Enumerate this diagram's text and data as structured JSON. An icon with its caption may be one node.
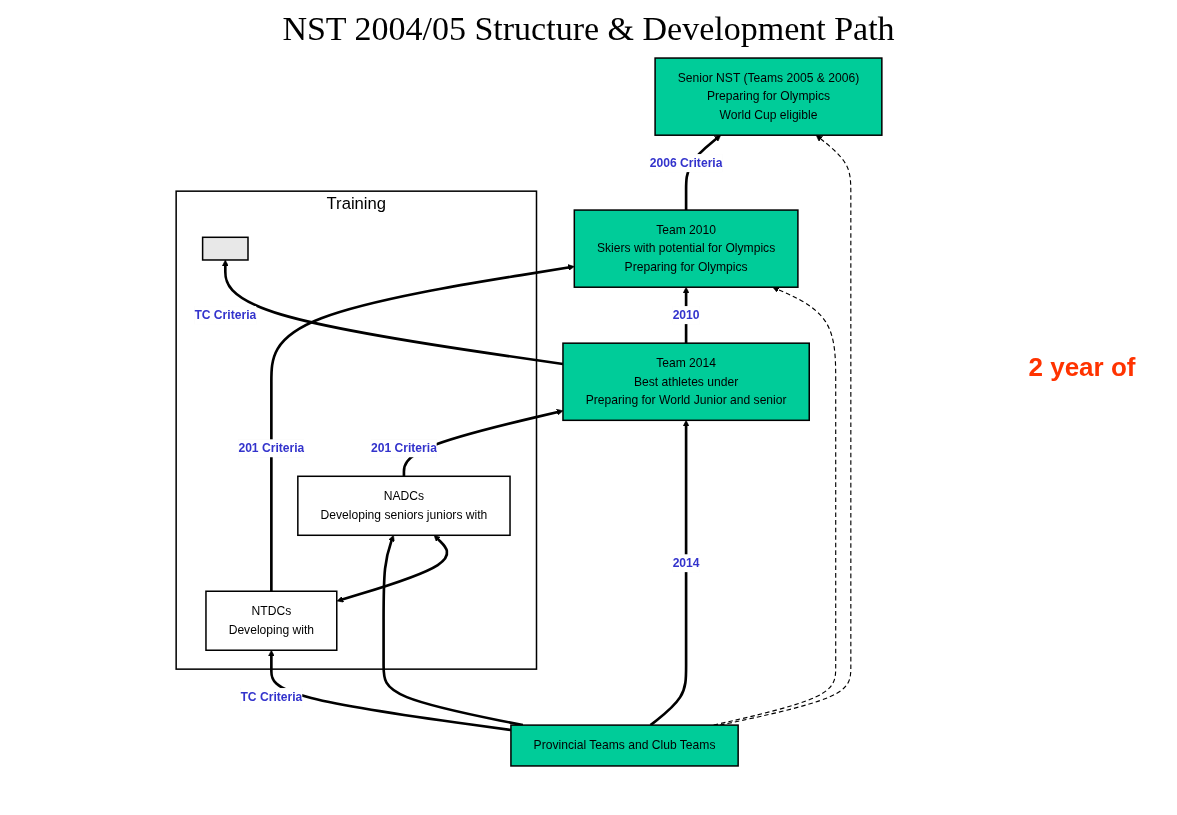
{
  "diagram": {
    "title": "NST 2004/05 Structure & Development Path",
    "nodes": [
      {
        "text": [
          "Senior NST (Teams 2005 & 2006)",
          "Preparing for Olympics",
          "World Cup eligible"
        ]
      },
      {
        "text": [
          "Team 2010",
          "Skiers with potential for Olympics",
          "Preparing for Olympics"
        ]
      },
      {
        "text": [
          "Team 2014",
          "Best athletes under",
          "Preparing for World Junior and senior"
        ]
      },
      {
        "text": [
          "Training"
        ]
      },
      {
        "text": [
          "NTDCs",
          "Developing with"
        ],
        "in": 3
      },
      {
        "text": [],
        "shape": "box",
        "in": 3
      },
      {
        "text": [
          "NADCs",
          "Developing seniors juniors with"
        ],
        "in": 3
      },
      {
        "text": [
          "Provincial Teams and Club Teams"
        ]
      }
    ],
    "edges": [
      {
        "from": 1,
        "to": 0,
        "arrow": "to",
        "label": "2006 Criteria"
      },
      {
        "from": 2,
        "to": 1,
        "arrow": "to",
        "label": "2010"
      },
      {
        "from": 7,
        "to": 2,
        "arrow": "to",
        "label": "2014"
      },
      {
        "from": 4,
        "to": 1,
        "arrow": "to",
        "label": "201 Criteria"
      },
      {
        "from": 2,
        "to": 5,
        "arrow": "to",
        "label": "TC Criteria"
      },
      {
        "from": 6,
        "to": 2,
        "arrow": "to",
        "label": "201 Criteria"
      },
      {
        "from": 7,
        "to": 0,
        "arrow": "to",
        "style": "dashed"
      },
      {
        "from": 7,
        "to": 1,
        "arrow": "to",
        "style": "dashed"
      },
      {
        "from": 7,
        "to": 4,
        "arrow": "to",
        "label": "TC Criteria"
      },
      {
        "from": 7,
        "to": 6,
        "arrow": "to"
      },
      {
        "from": 4,
        "to": 6,
        "arrow": "both"
      }
    ],
    "labels": [
      "2 year of"
    ]
  }
}
